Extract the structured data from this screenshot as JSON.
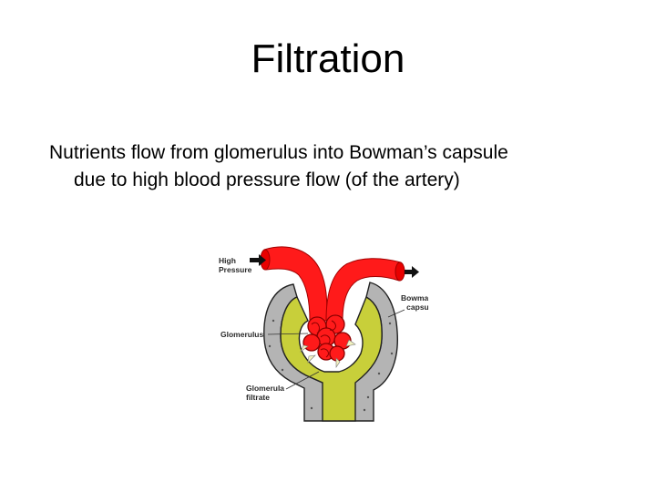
{
  "slide": {
    "title": "Filtration",
    "body_line1": "Nutrients flow from glomerulus into Bowman’s capsule",
    "body_line2": "due to high blood pressure flow (of the artery)"
  },
  "diagram": {
    "labels": {
      "high_pressure": [
        "High",
        "Pressure"
      ],
      "bowmans_capsule": [
        "Bowmans",
        "capsule"
      ],
      "glomerulus": "Glomerulus",
      "glomerular_filtrate": [
        "Glomerula",
        "filtrate"
      ]
    },
    "colors": {
      "artery": "#ff1a1a",
      "artery_dark": "#c40000",
      "capsule_wall": "#b4b4b4",
      "filtrate": "#c8cf3a",
      "outline": "#222222"
    }
  }
}
